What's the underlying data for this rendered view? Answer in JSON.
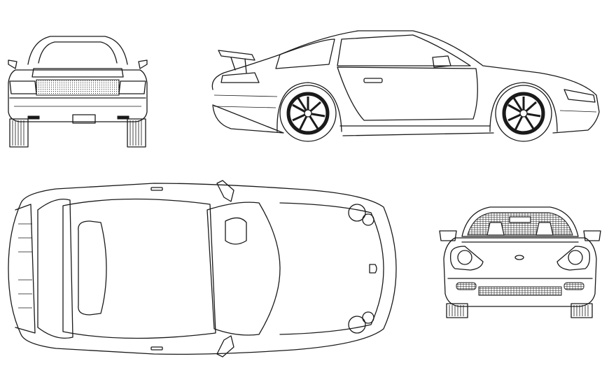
{
  "drawing": {
    "style": "line-art",
    "line_color": "#1a1a1a",
    "background": "#ffffff",
    "views": [
      "rear",
      "side",
      "top",
      "front"
    ]
  }
}
